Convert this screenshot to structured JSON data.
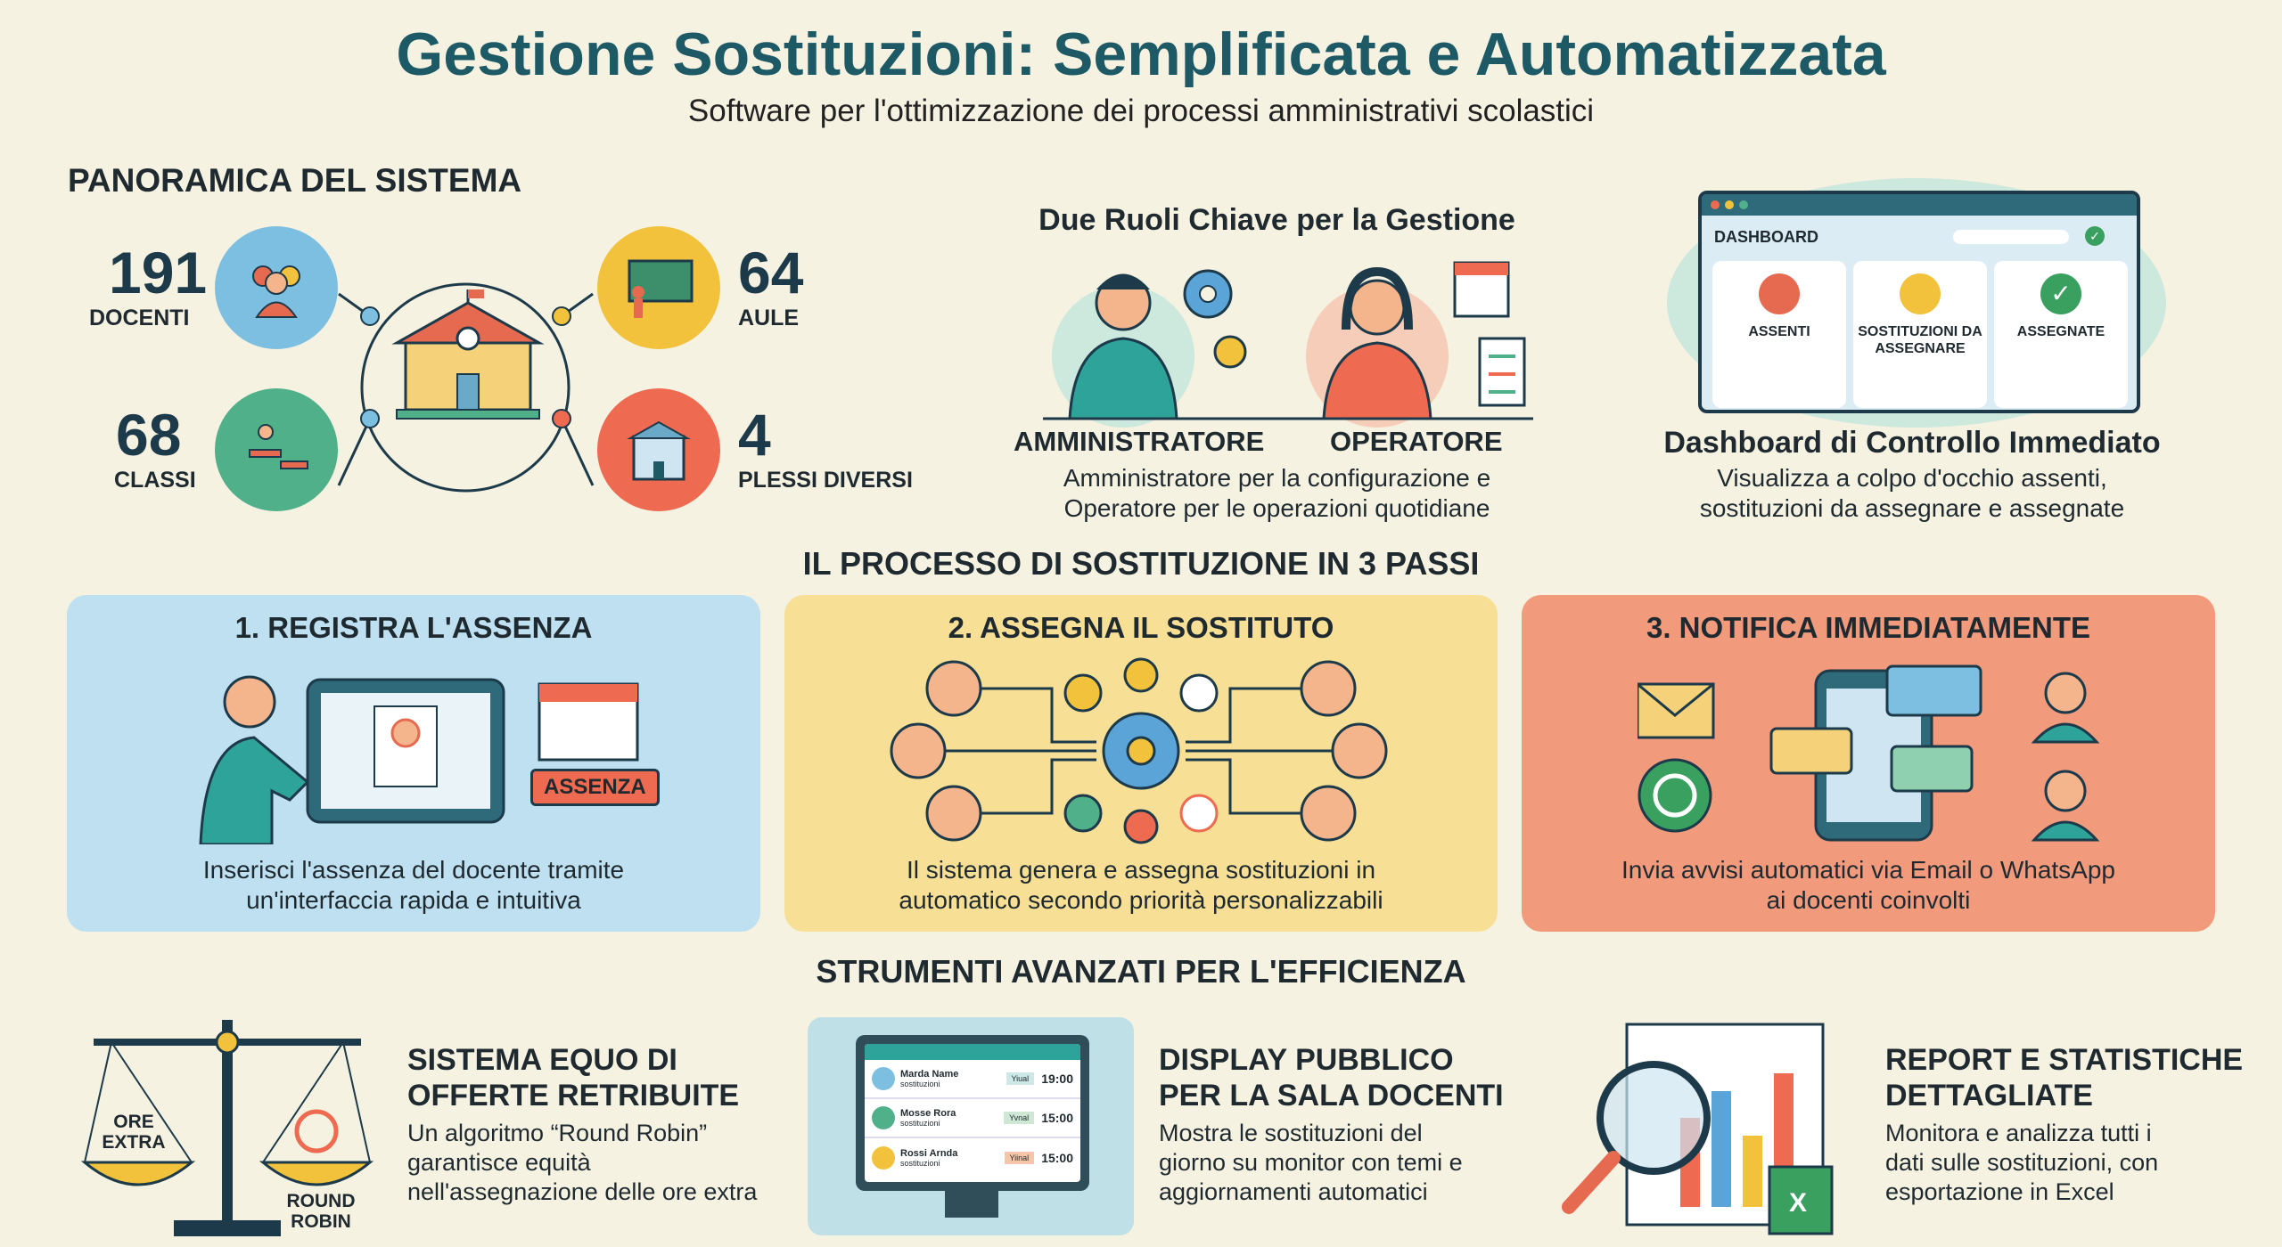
{
  "header": {
    "title": "Gestione Sostituzioni: Semplificata e Automatizzata",
    "subtitle": "Software per l'ottimizzazione dei processi amministrativi scolastici"
  },
  "overview": {
    "heading": "PANORAMICA DEL SISTEMA",
    "stats": [
      {
        "value": "191",
        "label": "DOCENTI",
        "icon": "teachers-group-icon",
        "color": "#7dbfe0"
      },
      {
        "value": "64",
        "label": "AULE",
        "icon": "classroom-blackboard-icon",
        "color": "#f2c23c"
      },
      {
        "value": "68",
        "label": "CLASSI",
        "icon": "desks-icon",
        "color": "#4fb08a"
      },
      {
        "value": "4",
        "label": "PLESSI DIVERSI",
        "icon": "building-icon",
        "color": "#ee6a50"
      }
    ]
  },
  "roles": {
    "heading": "Due Ruoli Chiave per la Gestione",
    "admin": "AMMINISTRATORE",
    "operator": "OPERATORE",
    "description_1": "Amministratore per la configurazione e",
    "description_2": "Operatore per le operazioni quotidiane"
  },
  "dashboard": {
    "window_label": "DASHBOARD",
    "cards": [
      "ASSENTI",
      "SOSTITUZIONI DA ASSEGNARE",
      "ASSEGNATE"
    ],
    "heading": "Dashboard di Controllo Immediato",
    "description_1": "Visualizza a colpo d'occhio assenti,",
    "description_2": "sostituzioni da assegnare e assegnate"
  },
  "process": {
    "heading": "IL PROCESSO DI SOSTITUZIONE IN 3 PASSI",
    "steps": [
      {
        "title": "1. REGISTRA L'ASSENZA",
        "badge": "ASSENZA",
        "desc_1": "Inserisci l'assenza del docente tramite",
        "desc_2": "un'interfaccia rapida e intuitiva",
        "color": "#bfe0f0"
      },
      {
        "title": "2. ASSEGNA IL SOSTITUTO",
        "desc_1": "Il sistema genera e assegna sostituzioni in",
        "desc_2": "automatico secondo priorità personalizzabili",
        "color": "#f7df95"
      },
      {
        "title": "3. NOTIFICA IMMEDIATAMENTE",
        "desc_1": "Invia avvisi automatici via Email o WhatsApp",
        "desc_2": "ai docenti coinvolti",
        "color": "#f29a7c"
      }
    ]
  },
  "tools": {
    "heading": "STRUMENTI AVANZATI PER L'EFFICIENZA",
    "items": [
      {
        "title_1": "SISTEMA EQUO DI",
        "title_2": "OFFERTE RETRIBUITE",
        "desc_1": "Un algoritmo “Round Robin”",
        "desc_2": "garantisce equità",
        "desc_3": "nell'assegnazione delle ore extra",
        "scale_left": "ORE EXTRA",
        "scale_right": "ROUND ROBIN"
      },
      {
        "title_1": "DISPLAY PUBBLICO",
        "title_2": "PER LA SALA DOCENTI",
        "desc_1": "Mostra le sostituzioni del",
        "desc_2": "giorno su monitor con temi e",
        "desc_3": "aggiornamenti automatici",
        "display_rows": [
          {
            "name": "Marda Name",
            "sub": "sostituzioni",
            "tag": "Yiual",
            "time": "19:00"
          },
          {
            "name": "Mosse Rora",
            "sub": "sostituzioni",
            "tag": "Yvnal",
            "time": "15:00"
          },
          {
            "name": "Rossi Arnda",
            "sub": "sostituzioni",
            "tag": "Yiinal",
            "time": "15:00"
          }
        ]
      },
      {
        "title_1": "REPORT E STATISTICHE",
        "title_2": "DETTAGLIATE",
        "desc_1": "Monitora e analizza tutti i",
        "desc_2": "dati sulle sostituzioni, con",
        "desc_3": "esportazione in Excel"
      }
    ]
  }
}
